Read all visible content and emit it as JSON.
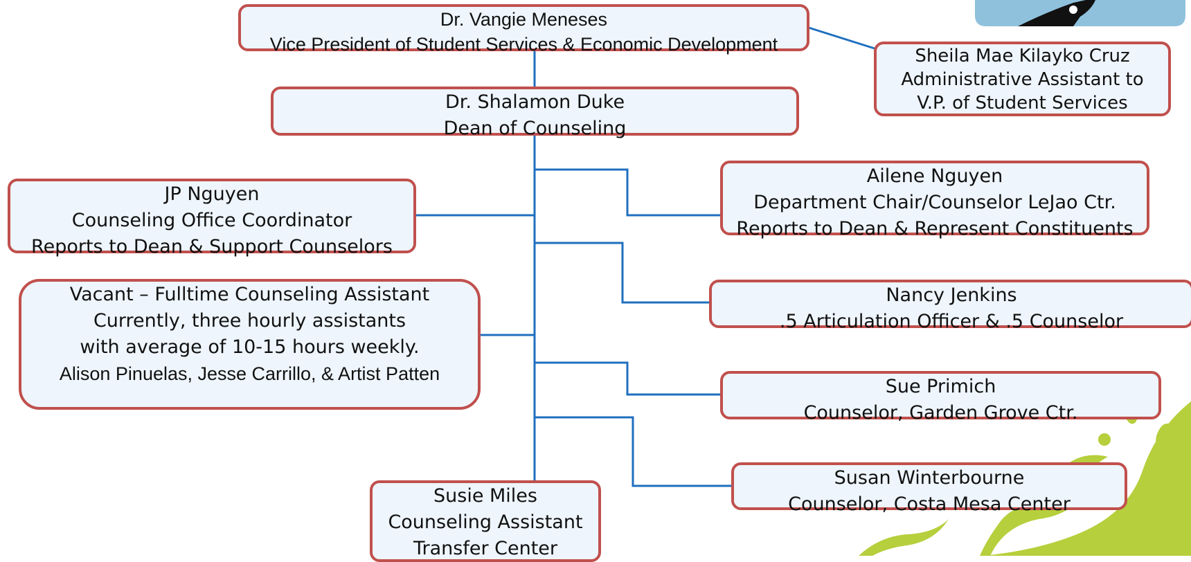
{
  "org_chart": {
    "vp": {
      "name": "Dr. Vangie Meneses",
      "title": "Vice President of Student Services & Economic Development"
    },
    "admin": {
      "name": "Sheila Mae Kilayko Cruz",
      "title": "Administrative Assistant to",
      "title2": "V.P. of Student Services"
    },
    "dean": {
      "name": "Dr. Shalamon Duke",
      "title": "Dean of Counseling"
    },
    "jp": {
      "name": "JP Nguyen",
      "title": "Counseling Office Coordinator",
      "note": "Reports to Dean & Support Counselors"
    },
    "vacant": {
      "line1": "Vacant – Fulltime Counseling Assistant",
      "line2": "Currently, three hourly assistants",
      "line3": "with average of 10-15 hours weekly.",
      "line4": "Alison Pinuelas, Jesse Carrillo, & Artist Patten"
    },
    "susie": {
      "name": "Susie Miles",
      "title": "Counseling Assistant",
      "note": "Transfer Center"
    },
    "ailene": {
      "name": "Ailene Nguyen",
      "title": "Department Chair/Counselor LeJao Ctr.",
      "note": "Reports to Dean & Represent Constituents"
    },
    "nancy": {
      "name": "Nancy Jenkins",
      "title": ".5 Articulation Officer & .5 Counselor"
    },
    "sue": {
      "name": "Sue Primich",
      "title": "Counselor, Garden Grove Ctr."
    },
    "susan": {
      "name": "Susan Winterbourne",
      "title": "Counselor, Costa Mesa Center"
    }
  },
  "colors": {
    "box_fill": "#eef5fc",
    "box_border": "#c0504d",
    "connector": "#1f6fbf",
    "swirl": "#b6cf3c",
    "corner_badge": "#8fc1dc"
  }
}
